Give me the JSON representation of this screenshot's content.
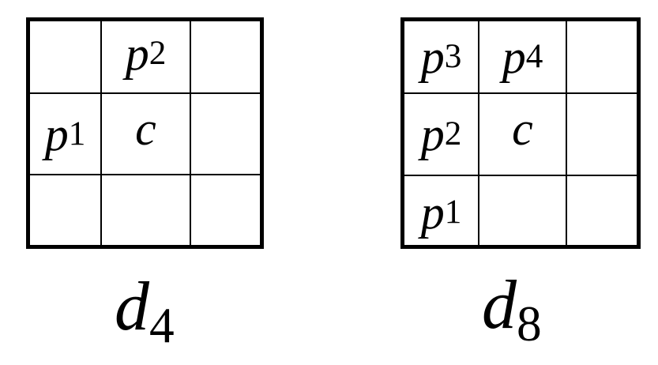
{
  "diagrams": [
    {
      "name": "d4",
      "label": {
        "base": "d",
        "sub": "4"
      },
      "cells": {
        "r0c1": {
          "base": "p",
          "sub": "2"
        },
        "r1c0": {
          "base": "p",
          "sub": "1"
        },
        "r1c1": {
          "base": "c",
          "sub": ""
        }
      }
    },
    {
      "name": "d8",
      "label": {
        "base": "d",
        "sub": "8"
      },
      "cells": {
        "r0c0": {
          "base": "p",
          "sub": "3"
        },
        "r0c1": {
          "base": "p",
          "sub": "4"
        },
        "r1c0": {
          "base": "p",
          "sub": "2"
        },
        "r1c1": {
          "base": "c",
          "sub": ""
        },
        "r2c0": {
          "base": "p",
          "sub": "1"
        }
      }
    }
  ],
  "colors": {
    "line": "#000000",
    "background": "#ffffff"
  }
}
